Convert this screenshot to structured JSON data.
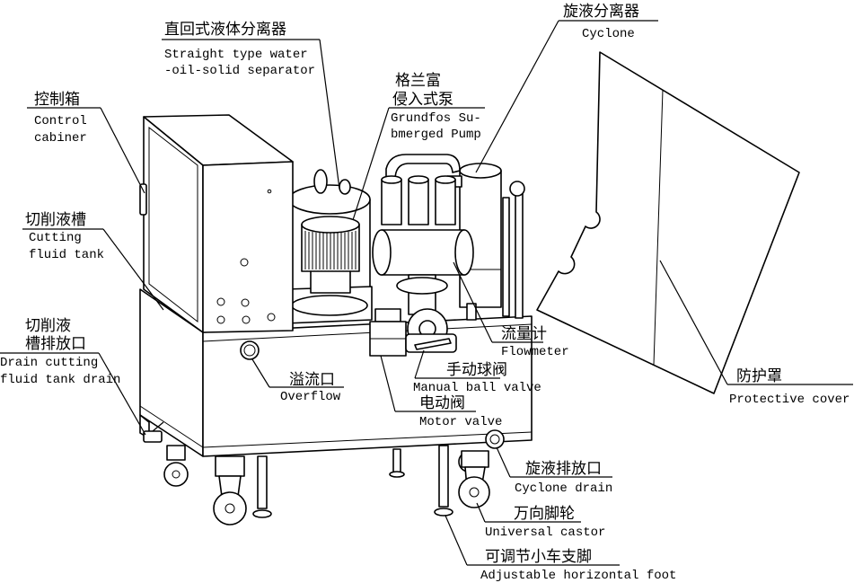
{
  "colors": {
    "line": "#000000",
    "background": "#ffffff"
  },
  "labels": {
    "separator": {
      "zh": "直回式液体分离器",
      "en1": "Straight type water",
      "en2": "-oil-solid separator"
    },
    "cyclone": {
      "zh": "旋液分离器",
      "en1": "Cyclone"
    },
    "pump": {
      "zh1": "格兰富",
      "zh2": "侵入式泵",
      "en1": "Grundfos Su-",
      "en2": "bmerged Pump"
    },
    "control_cabinet": {
      "zh": "控制箱",
      "en1": "Control",
      "en2": "cabiner"
    },
    "cutting_fluid_tank": {
      "zh": "切削液槽",
      "en1": "Cutting",
      "en2": "fluid tank"
    },
    "tank_drain": {
      "zh1": "切削液",
      "zh2": "槽排放口",
      "en1": "Drain cutting",
      "en2": "fluid tank drain"
    },
    "overflow": {
      "zh": "溢流口",
      "en1": "Overflow"
    },
    "flowmeter": {
      "zh": "流量计",
      "en1": "Flowmeter"
    },
    "manual_ball_valve": {
      "zh": "手动球阀",
      "en1": "Manual ball valve"
    },
    "motor_valve": {
      "zh": "电动阀",
      "en1": "Motor valve"
    },
    "protective_cover": {
      "zh": "防护罩",
      "en1": "Protective cover"
    },
    "cyclone_drain": {
      "zh": "旋液排放口",
      "en1": "Cyclone drain"
    },
    "castor": {
      "zh": "万向脚轮",
      "en1": "Universal castor"
    },
    "foot": {
      "zh": "可调节小车支脚",
      "en1": "Adjustable horizontal foot"
    }
  }
}
